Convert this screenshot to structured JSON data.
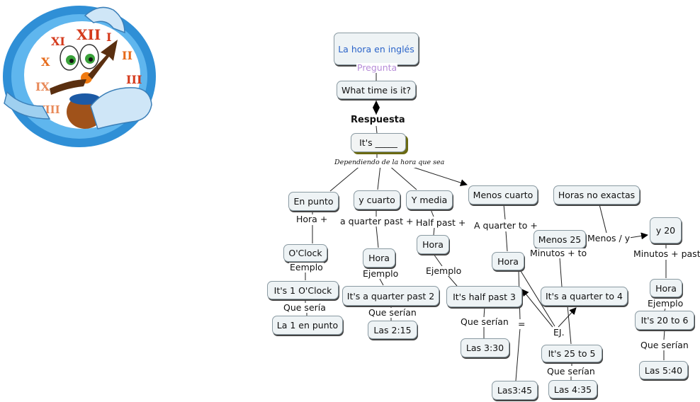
{
  "title": "La hora en inglés",
  "pregunta_label": "Pregunta",
  "question": "What time is it?",
  "respuesta_label": "Respuesta",
  "answer": "It's _____",
  "depends_label": "Dependiendo de la hora que sea",
  "categories": {
    "en_punto": "En punto",
    "y_cuarto": "y cuarto",
    "y_media": "Y media",
    "menos_cuarto": "Menos cuarto",
    "horas_no_exactas": "Horas no exactas"
  },
  "links": {
    "hora_plus": "Hora +",
    "a_quarter_past": "a quarter past +",
    "half_past": "Half past +",
    "a_quarter_to": "A quarter to +",
    "menos_y": "Menos / y",
    "minutos_to": "Minutos + to",
    "minutos_past": "Minutos + past",
    "eemplo": "Eemplo",
    "ejemplo": "Ejemplo",
    "que_seria": "Que sería",
    "que_serian": "Que serían",
    "ej": "EJ.",
    "equals": "="
  },
  "nodes": {
    "oclock": "O'Clock",
    "its_1_oclock": "It's 1 O'Clock",
    "la_1_en_punto": "La 1 en punto",
    "hora": "Hora",
    "its_quarter_past_2": "It's a quarter past 2",
    "las_2_15": "Las 2:15",
    "its_half_past_3": "It's half past 3",
    "las_3_30": "Las 3:30",
    "las_3_45": "Las3:45",
    "menos_25": "Menos 25",
    "its_quarter_to_4": "It's a quarter to 4",
    "its_25_to_5": "It's 25 to 5",
    "las_4_35": "Las 4:35",
    "y_20": "y 20",
    "its_20_to_6": "It's 20 to 6",
    "las_5_40": "Las 5:40"
  },
  "clock_numerals": [
    "XII",
    "XI",
    "I",
    "X",
    "II",
    "IX",
    "III",
    "VIII"
  ],
  "colors": {
    "node_fill": "#eef3f5",
    "node_border": "#8a9aa2",
    "title_text": "#2b64c9",
    "pregunta_text": "#b68bd8",
    "clock_rim": "#2f8fd6",
    "numerals": "#d43a1c"
  }
}
